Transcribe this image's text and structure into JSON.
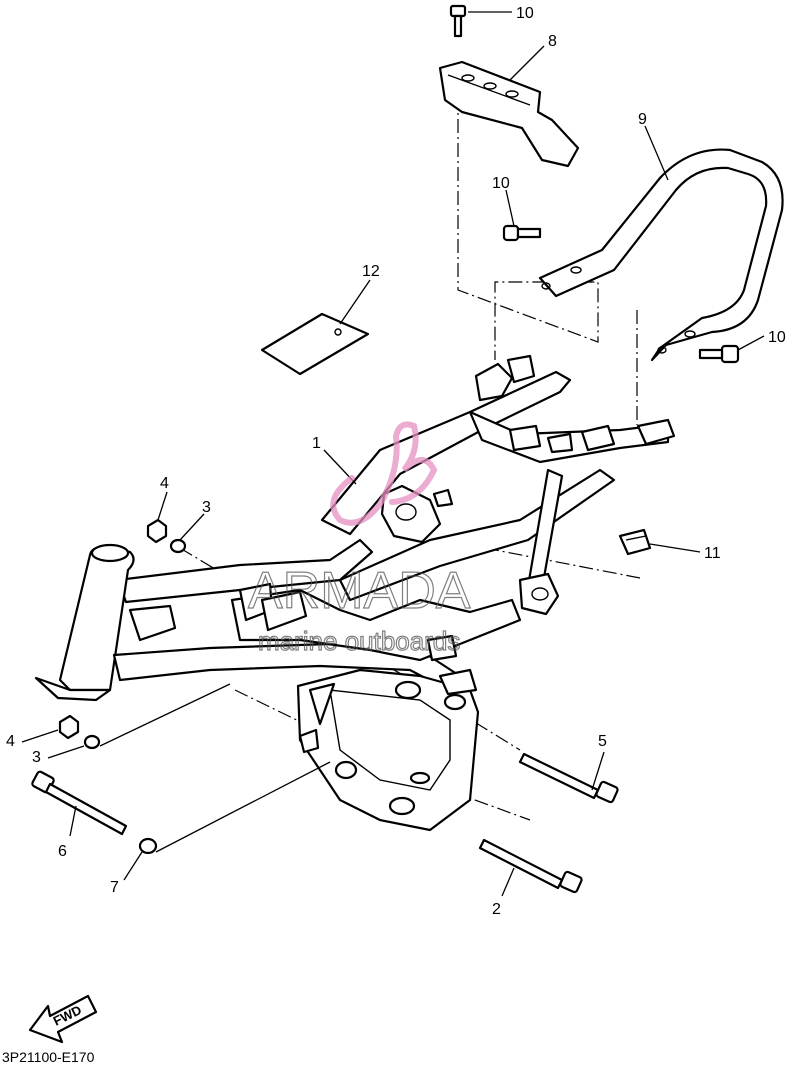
{
  "diagram_code": "3P21100-E170",
  "fwd_label": "FWD",
  "watermark": {
    "brand": "ARMADA",
    "tagline": "marine outboards",
    "color": "#e58fc0"
  },
  "callouts": {
    "c1": "1",
    "c2": "2",
    "c3a": "3",
    "c3b": "3",
    "c4a": "4",
    "c4b": "4",
    "c5": "5",
    "c6": "6",
    "c7": "7",
    "c8": "8",
    "c9": "9",
    "c10a": "10",
    "c10b": "10",
    "c10c": "10",
    "c11": "11",
    "c12": "12"
  }
}
